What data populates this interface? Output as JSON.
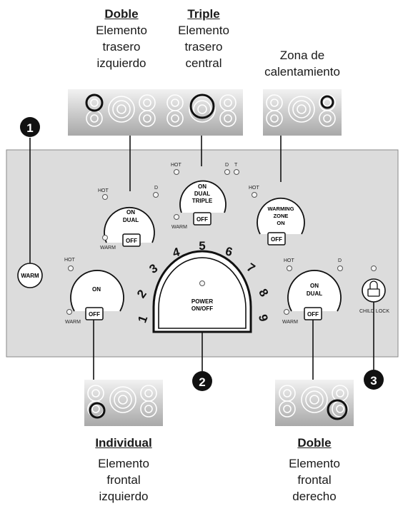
{
  "top_left": {
    "heading": "Doble",
    "lines": [
      "Elemento",
      "trasero",
      "izquierdo"
    ]
  },
  "top_center": {
    "heading": "Triple",
    "lines": [
      "Elemento",
      "trasero",
      "central"
    ]
  },
  "top_right": {
    "lines": [
      "Zona de",
      "calentamiento"
    ]
  },
  "bottom_left": {
    "heading": "Individual",
    "lines": [
      "Elemento",
      "frontal",
      "izquierdo"
    ]
  },
  "bottom_right": {
    "heading": "Doble",
    "lines": [
      "Elemento",
      "frontal",
      "derecho"
    ]
  },
  "callouts": [
    "1",
    "2",
    "3"
  ],
  "panel": {
    "warm_button": "WARM",
    "child_lock_label": "CHILD LOCK",
    "power_label_1": "POWER",
    "power_label_2": "ON/OFF",
    "dial_numbers": [
      "1",
      "2",
      "3",
      "4",
      "5",
      "6",
      "7",
      "8",
      "9"
    ],
    "rear_left": {
      "hot": "HOT",
      "d": "D",
      "on": "ON",
      "mode": "DUAL",
      "off": "OFF",
      "warm": "WARM"
    },
    "rear_center": {
      "hot": "HOT",
      "d": "D",
      "t": "T",
      "on": "ON",
      "mode1": "DUAL",
      "mode2": "TRIPLE",
      "off": "OFF",
      "warm": "WARM"
    },
    "rear_right": {
      "hot": "HOT",
      "l1": "WARMING",
      "l2": "ZONE",
      "l3": "ON",
      "off": "OFF"
    },
    "front_left": {
      "hot": "HOT",
      "on": "ON",
      "off": "OFF",
      "warm": "WARM"
    },
    "front_right": {
      "hot": "HOT",
      "d": "D",
      "on": "ON",
      "mode": "DUAL",
      "off": "OFF",
      "warm": "WARM"
    }
  },
  "colors": {
    "panel": "#dcdcdc",
    "cooktop": "#c4c4c4",
    "ink": "#111111"
  }
}
